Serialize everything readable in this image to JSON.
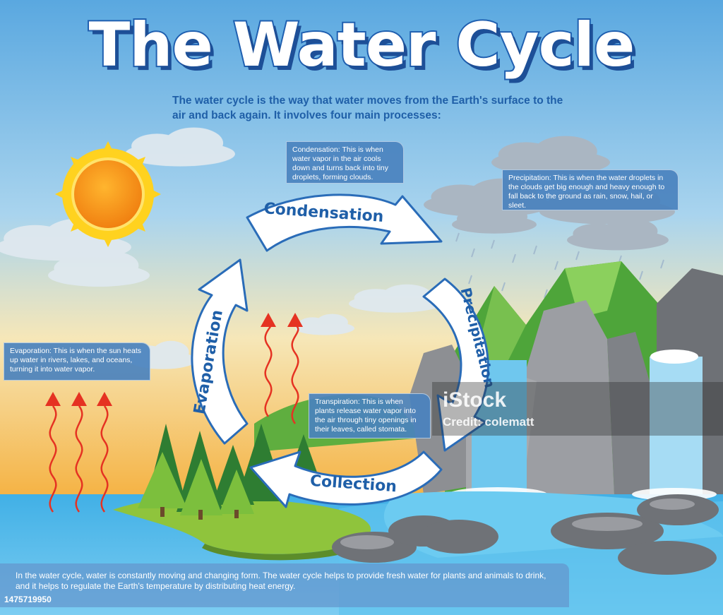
{
  "title": "The Water Cycle",
  "intro": "The water cycle is the way that water moves from the Earth's surface to the air and back again. It involves four main processes:",
  "boxes": {
    "condensation": "Condensation: This is when water vapor in the air cools down and turns back into tiny droplets, forming clouds.",
    "precipitation": "Precipitation: This is when the water droplets in the clouds get big enough and heavy enough to fall back to the ground as rain, snow, hail, or sleet.",
    "evaporation": "Evaporation: This is when the sun heats up water in rivers, lakes, and oceans, turning it into water vapor.",
    "transpiration": "Transpiration: This is when plants release water vapor into the air through tiny openings in their leaves, called stomata."
  },
  "arrows": {
    "condensation": "Condensation",
    "precipitation": "Precipitation",
    "collection": "Collection",
    "evaporation": "Evaporation"
  },
  "footer": "In the water cycle, water is constantly moving and changing form. The water cycle helps to provide fresh water for plants and animals to drink, and it helps to regulate the Earth's temperature by distributing heat energy.",
  "image_id": "1475719950",
  "watermark": {
    "brand": "iStock",
    "credit": "Credit: colematt"
  },
  "colors": {
    "sky_top": "#5aa8e0",
    "sky_bottom": "#f2a430",
    "water": "#4bb3e6",
    "text_blue": "#1f5fa8",
    "arrow_outline": "#2a6cb8"
  }
}
